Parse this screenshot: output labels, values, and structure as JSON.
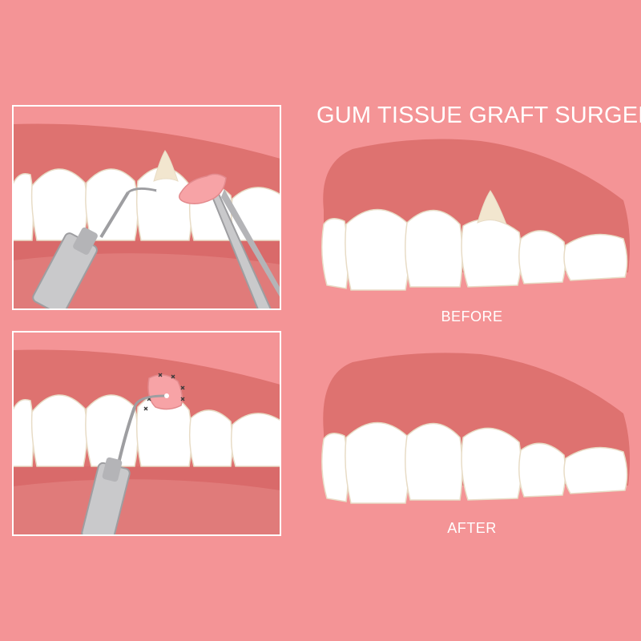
{
  "title": "GUM TISSUE GRAFT SURGERY",
  "labels": {
    "before": "BEFORE",
    "after": "AFTER"
  },
  "colors": {
    "background": "#f49496",
    "gum": "#de7270",
    "mouth_dark": "#d96a6a",
    "tooth": "#ffffff",
    "tooth_outline": "#e8dcc6",
    "exposed_root": "#f2e6cf",
    "graft": "#f7a3a6",
    "instrument": "#c9c9cb",
    "instrument_dark": "#9e9ea1",
    "suture": "#3a3a3a"
  },
  "icons": [
    "dental-probe-icon",
    "tweezers-icon",
    "gum-graft-icon",
    "tooth-icon"
  ]
}
